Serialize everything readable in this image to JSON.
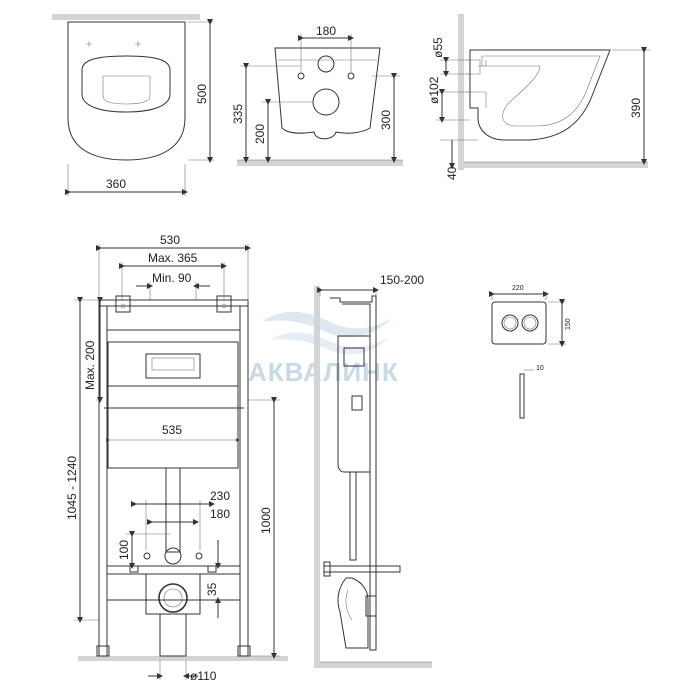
{
  "watermark": {
    "text": "АКВАЛИНК",
    "color": "#c9d9e8"
  },
  "views": {
    "top_view": {
      "depth": "500",
      "width": "360"
    },
    "front_bowl": {
      "holes_spacing": "180",
      "height_total": "335",
      "drain_height": "200",
      "height_right": "300"
    },
    "side_bowl": {
      "pipe_small": "ø55",
      "pipe_large": "ø102",
      "height": "390",
      "floor_gap": "40"
    },
    "frame_front": {
      "overall_width": "530",
      "max_width": "Max. 365",
      "min_width": "Min. 90",
      "max_height_adj": "Max. 200",
      "height_range": "1045 - 1240",
      "tank_width": "535",
      "stud_spacing": "230",
      "outlet_spacing": "180",
      "outlet_height": "100",
      "outlet_offset": "35",
      "frame_height": "1000",
      "drain_diameter": "ø110"
    },
    "frame_side": {
      "depth_range": "150-200"
    },
    "flush_plate": {
      "width": "220",
      "height": "150",
      "rod_diameter": "10"
    }
  }
}
